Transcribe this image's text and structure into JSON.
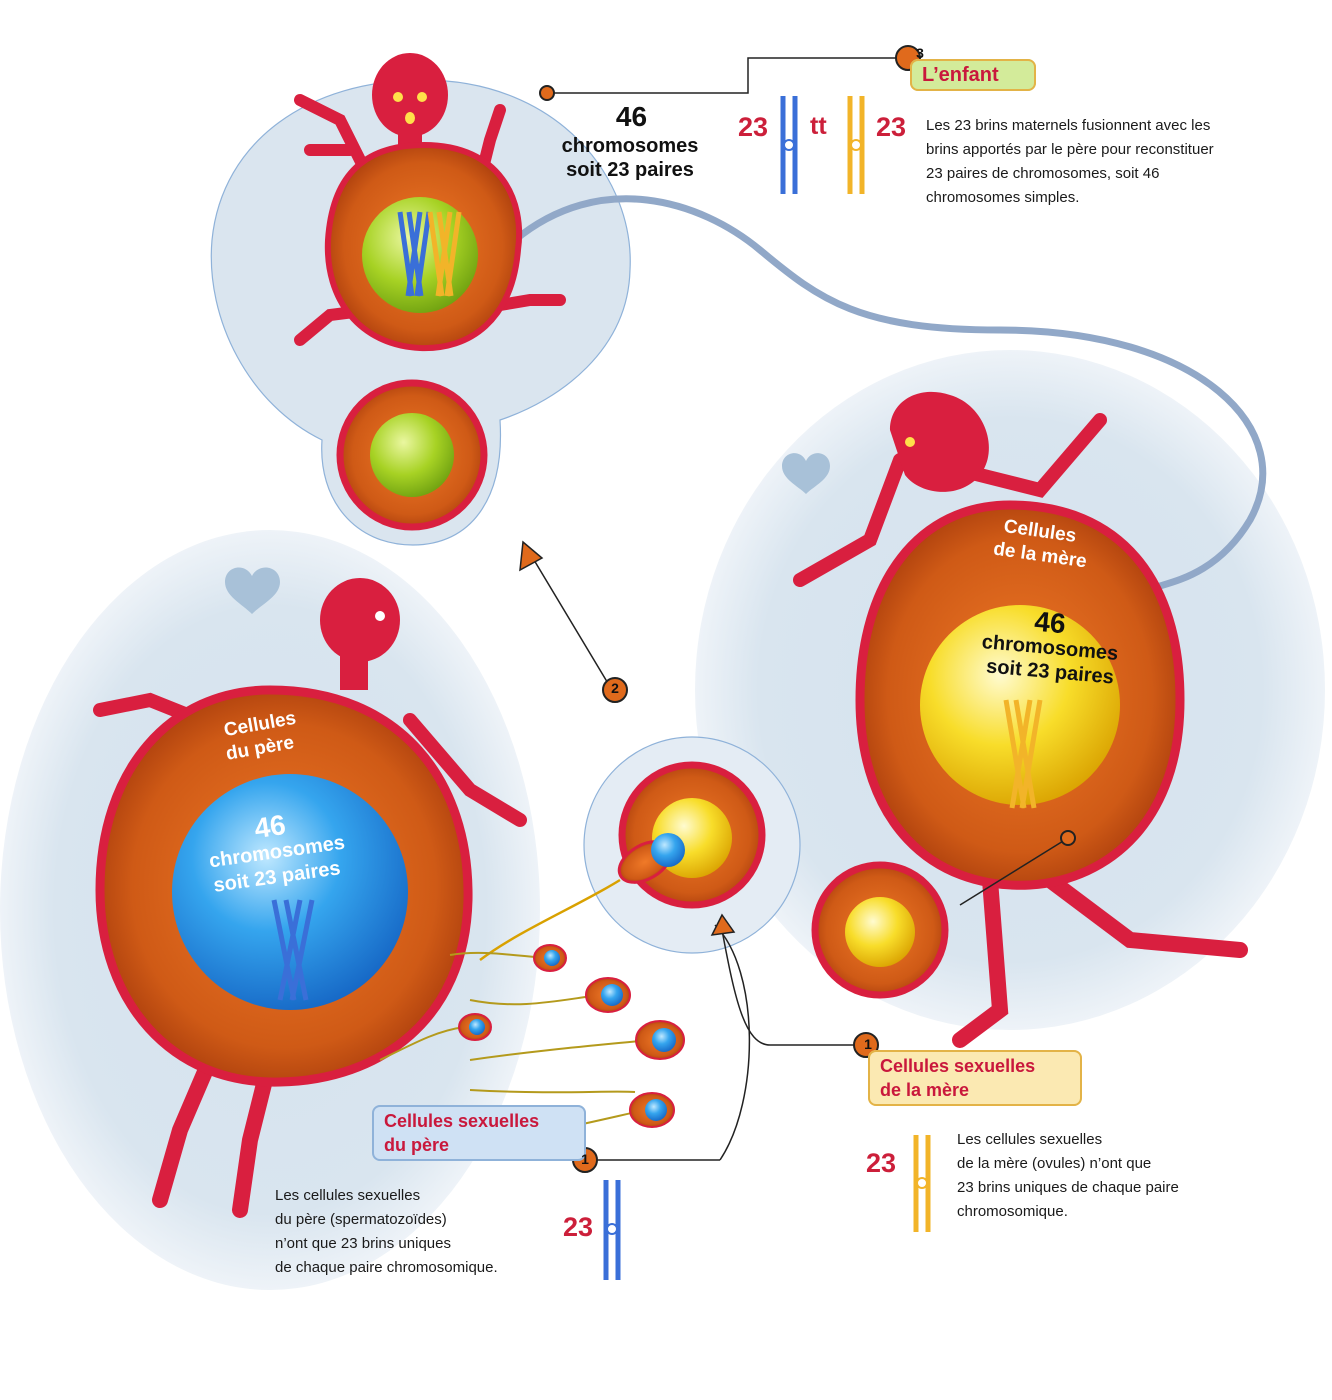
{
  "child": {
    "title": "L’enfant",
    "step": "3",
    "count_number": "46",
    "count_label_1": "chromosomes",
    "count_label_2": "soit 23 paires",
    "left_count": "23",
    "connector": "tt",
    "right_count": "23",
    "description": "Les 23 brins maternels fusionnent avec les brins apportés par le père pour reconstituer 23 paires de chromosomes, soit 46 chromosomes simples."
  },
  "fusion": {
    "step": "2"
  },
  "mother": {
    "cell_label_1": "Cellules",
    "cell_label_2": "de la mère",
    "nucleus_number": "46",
    "nucleus_label_1": "chromosomes",
    "nucleus_label_2": "soit 23 paires",
    "sex_cells_title_1": "Cellules sexuelles",
    "sex_cells_title_2": "de la mère",
    "step": "1",
    "count": "23",
    "description_1": "Les cellules sexuelles",
    "description_2": "de la mère (ovules) n’ont que",
    "description_3": "23 brins uniques de chaque paire",
    "description_4": "chromosomique."
  },
  "father": {
    "cell_label_1": "Cellules",
    "cell_label_2": "du père",
    "nucleus_number": "46",
    "nucleus_label_1": "chromosomes",
    "nucleus_label_2": "soit 23 paires",
    "sex_cells_title_1": "Cellules sexuelles",
    "sex_cells_title_2": "du père",
    "step": "1",
    "count": "23",
    "description_1": "Les cellules sexuelles",
    "description_2": "du père (spermatozoïdes)",
    "description_3": "n’ont que 23 brins uniques",
    "description_4": "de chaque paire chromosomique."
  },
  "colors": {
    "body_red": "#d91f3f",
    "cell_orange": "#e06a1c",
    "halo_blue": "#dbe6f0",
    "chromosome_blue": "#3a6fd8",
    "chromosome_yellow": "#f2b429",
    "accent_red": "#cc1f3a"
  }
}
